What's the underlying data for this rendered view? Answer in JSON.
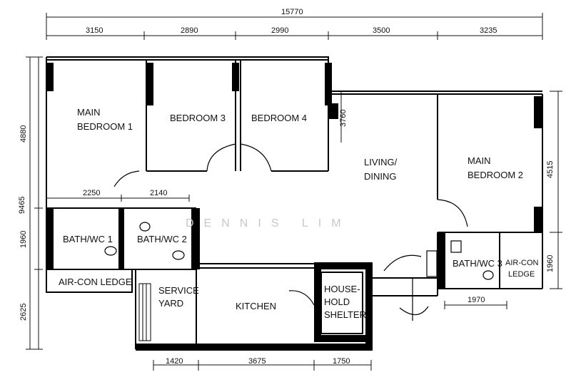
{
  "colors": {
    "ink": "#111111",
    "wall": "#000000",
    "watermark": "#c8c8c8"
  },
  "watermark": "DENNIS LIM",
  "rooms": {
    "main_bedroom_1": [
      "MAIN",
      "BEDROOM  1"
    ],
    "bedroom_3": "BEDROOM 3",
    "bedroom_4": "BEDROOM 4",
    "living_dining": [
      "LIVING/",
      "DINING"
    ],
    "main_bedroom_2": [
      "MAIN",
      "BEDROOM  2"
    ],
    "bath_wc_1": "BATH/WC 1",
    "bath_wc_2": "BATH/WC 2",
    "bath_wc_3": "BATH/WC 3",
    "aircon_ledge_left": "AIR-CON  LEDGE",
    "aircon_ledge_right": [
      "AIR-CON",
      "LEDGE"
    ],
    "service_yard": [
      "SERVICE",
      "YARD"
    ],
    "kitchen": "KITCHEN",
    "household_shelter": [
      "HOUSE-",
      "HOLD",
      "SHELTER"
    ]
  },
  "dimensions": {
    "overall_width": "15770",
    "top": [
      "3150",
      "2890",
      "2990",
      "3500",
      "3235"
    ],
    "left_total": "9465",
    "left": [
      "4880",
      "1960",
      "2625"
    ],
    "right": [
      "4515",
      "1960"
    ],
    "bottom": [
      "1420",
      "3675",
      "1750"
    ],
    "inner_2250": "2250",
    "inner_2140": "2140",
    "inner_3760": "3760",
    "inner_1970": "1970"
  }
}
